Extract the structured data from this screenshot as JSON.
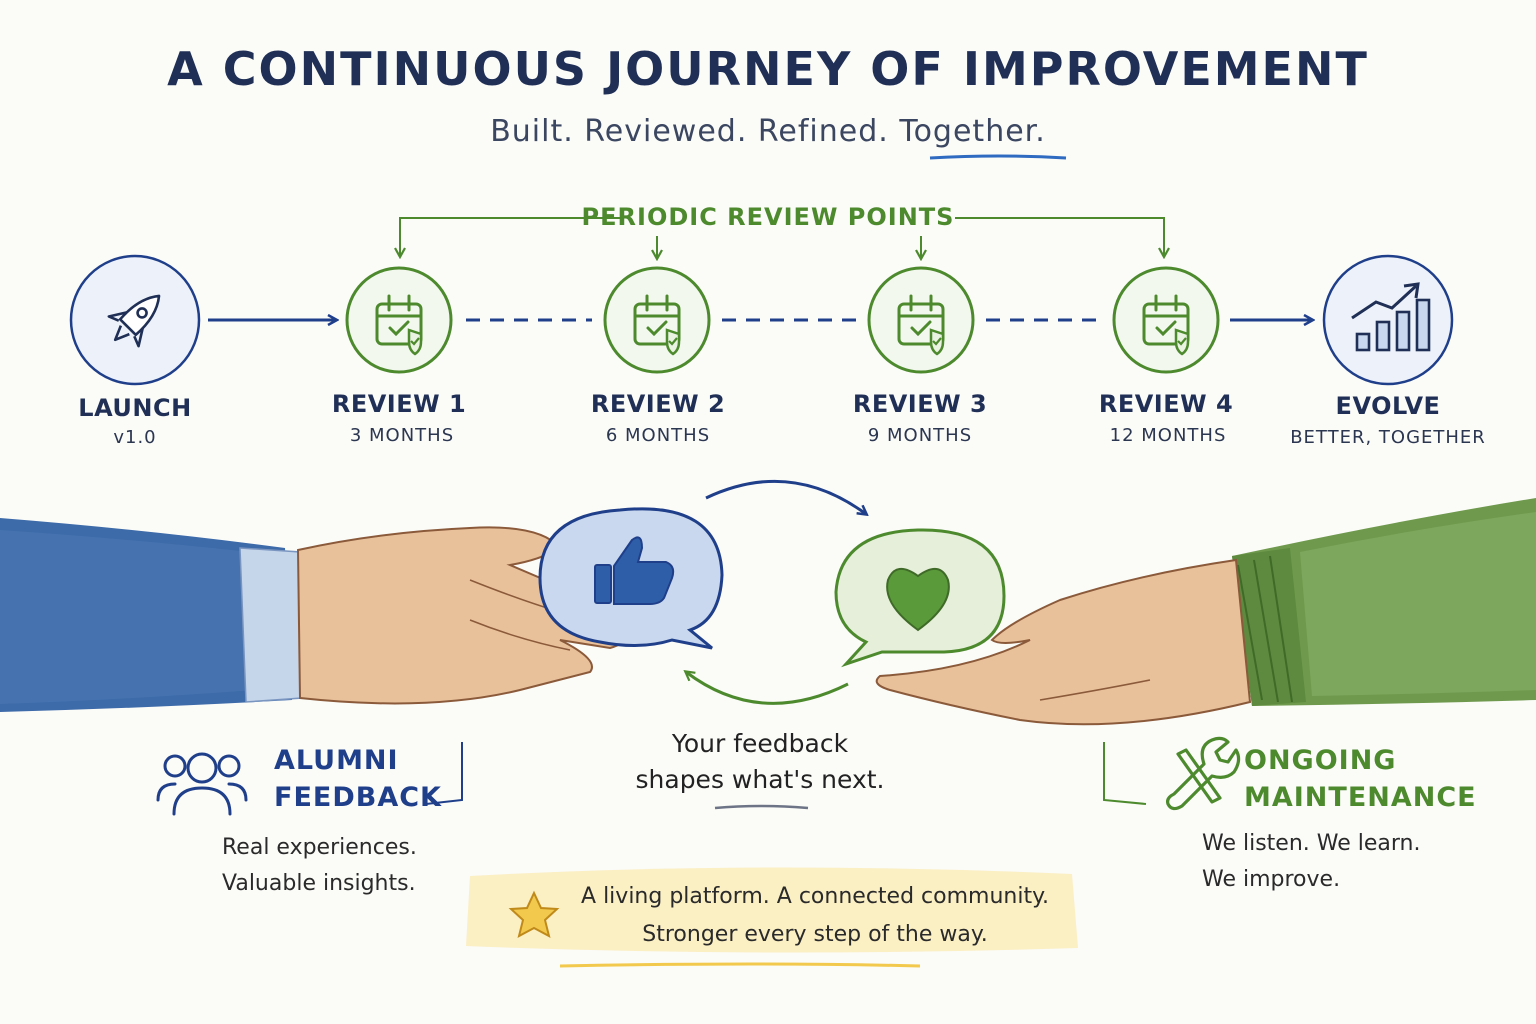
{
  "header": {
    "title": "A CONTINUOUS JOURNEY OF IMPROVEMENT",
    "subtitle": "Built. Reviewed. Refined. Together."
  },
  "timeline": {
    "review_banner": "PERIODIC REVIEW POINTS",
    "nodes": [
      {
        "label": "LAUNCH",
        "sub": "v1.0",
        "icon": "rocket-icon"
      },
      {
        "label": "REVIEW 1",
        "sub": "3 MONTHS",
        "icon": "calendar-check-icon"
      },
      {
        "label": "REVIEW 2",
        "sub": "6 MONTHS",
        "icon": "calendar-check-icon"
      },
      {
        "label": "REVIEW 3",
        "sub": "9 MONTHS",
        "icon": "calendar-check-icon"
      },
      {
        "label": "REVIEW 4",
        "sub": "12 MONTHS",
        "icon": "calendar-check-icon"
      },
      {
        "label": "EVOLVE",
        "sub": "BETTER, TOGETHER",
        "icon": "growth-chart-icon"
      }
    ]
  },
  "feedback_loop": {
    "left_icon": "thumbs-up-icon",
    "right_icon": "heart-icon",
    "caption_line1": "Your feedback",
    "caption_line2": "shapes what's next."
  },
  "alumni": {
    "icon": "people-group-icon",
    "title_line1": "ALUMNI",
    "title_line2": "FEEDBACK",
    "text_line1": "Real experiences.",
    "text_line2": "Valuable insights."
  },
  "maintenance": {
    "icon": "wrench-icon",
    "title_line1": "ONGOING",
    "title_line2": "MAINTENANCE",
    "text_line1": "We listen. We learn.",
    "text_line2": "We improve."
  },
  "banner": {
    "icon": "star-icon",
    "line1": "A living platform. A connected community.",
    "line2": "Stronger every step of the way."
  },
  "colors": {
    "navy": "#1f3f8a",
    "green": "#4d8a2e",
    "banner": "#fbefc4",
    "star": "#f2c94c"
  }
}
